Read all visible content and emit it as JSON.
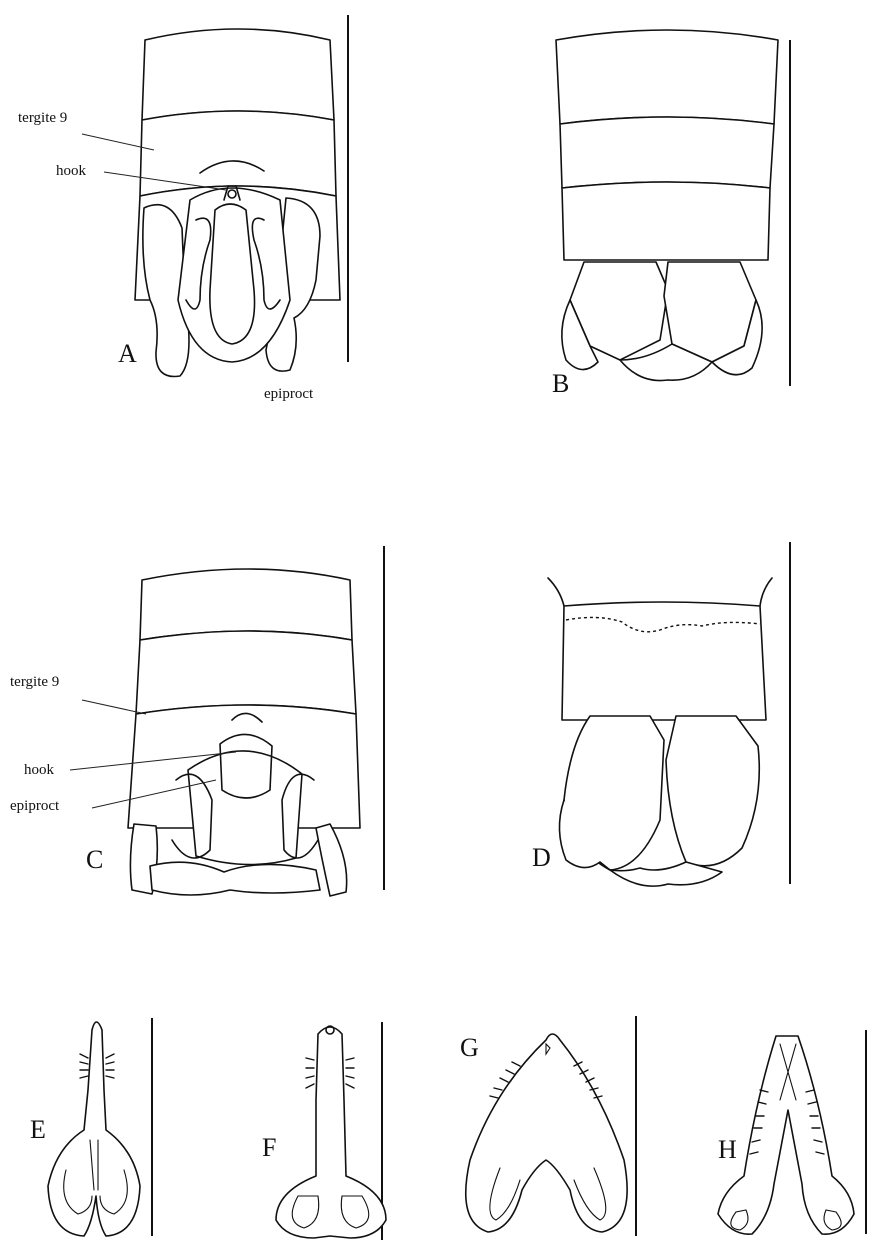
{
  "figure": {
    "panels": [
      {
        "id": "A",
        "letter": "A"
      },
      {
        "id": "B",
        "letter": "B"
      },
      {
        "id": "C",
        "letter": "C"
      },
      {
        "id": "D",
        "letter": "D"
      },
      {
        "id": "E",
        "letter": "E"
      },
      {
        "id": "F",
        "letter": "F"
      },
      {
        "id": "G",
        "letter": "G"
      },
      {
        "id": "H",
        "letter": "H"
      }
    ],
    "labels": {
      "a_tergite": "tergite 9",
      "a_hook": "hook",
      "a_epiproct": "epiproct",
      "c_tergite": "tergite 9",
      "c_hook": "hook",
      "c_epiproct": "epiproct"
    }
  }
}
